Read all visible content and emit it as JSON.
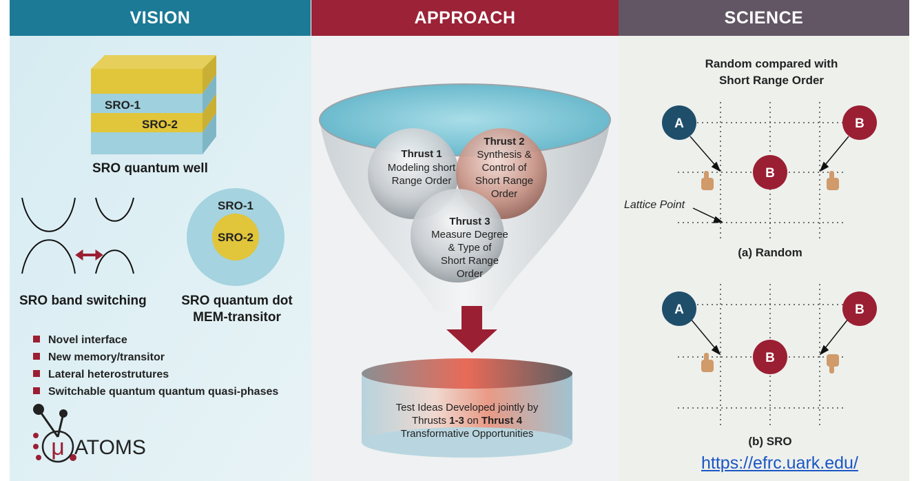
{
  "headers": {
    "vision": "VISION",
    "approach": "APPROACH",
    "science": "SCIENCE"
  },
  "colors": {
    "vision": "#1c7a96",
    "approach": "#9b2237",
    "science": "#625665",
    "maroon": "#9b1f33",
    "navy": "#1f4e6b",
    "link": "#1a56c4"
  },
  "vision": {
    "well_layer_1": "SRO-1",
    "well_layer_2": "SRO-2",
    "well_caption": "SRO quantum well",
    "band_caption": "SRO band switching",
    "dot_outer": "SRO-1",
    "dot_inner": "SRO-2",
    "dot_caption_1": "SRO quantum dot",
    "dot_caption_2": "MEM-transitor",
    "bullets": [
      "Novel interface",
      "New memory/transitor",
      "Lateral heterostrutures",
      "Switchable quantum quantum quasi-phases"
    ],
    "logo_text": "ATOMS",
    "logo_mu": "μ"
  },
  "approach": {
    "thrust1": [
      "Thrust 1",
      "Modeling short",
      "Range Order"
    ],
    "thrust2": [
      "Thrust 2",
      "Synthesis &",
      "Control of",
      "Short Range",
      "Order"
    ],
    "thrust3": [
      "Thrust 3",
      "Measure Degree",
      "& Type of",
      "Short Range",
      "Order"
    ],
    "cylinder_line1": "Test Ideas Developed jointly by",
    "cylinder_line2_a": "Thrusts ",
    "cylinder_line2_b": "1-3",
    "cylinder_line2_c": " on ",
    "cylinder_line2_d": "Thrust 4",
    "cylinder_line3": "Transformative Opportunities"
  },
  "science": {
    "title_1": "Random compared with",
    "title_2": "Short Range Order",
    "atom_a": "A",
    "atom_b": "B",
    "lattice_label": "Lattice Point",
    "caption_a": "(a) Random",
    "caption_b": "(b) SRO"
  },
  "link": "https://efrc.uark.edu/"
}
